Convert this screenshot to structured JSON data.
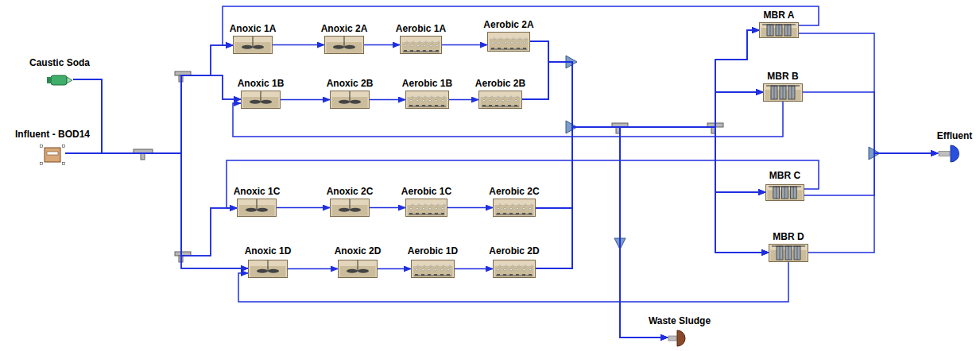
{
  "diagram": {
    "nodes": [
      {
        "text": [
          "Caustic Soda"
        ]
      },
      {
        "text": [
          "Influent - BOD14"
        ]
      },
      {
        "text": [
          "Anoxic 1A"
        ]
      },
      {
        "text": [
          "Anoxic 2A"
        ]
      },
      {
        "text": [
          "Aerobic 1A"
        ]
      },
      {
        "text": [
          "Aerobic 2A"
        ]
      },
      {
        "text": [
          "Anoxic 1B"
        ]
      },
      {
        "text": [
          "Anoxic 2B"
        ]
      },
      {
        "text": [
          "Aerobic 1B"
        ]
      },
      {
        "text": [
          "Aerobic 2B"
        ]
      },
      {
        "text": [
          "Anoxic 1C"
        ]
      },
      {
        "text": [
          "Anoxic 2C"
        ]
      },
      {
        "text": [
          "Aerobic 1C"
        ]
      },
      {
        "text": [
          "Aerobic 2C"
        ]
      },
      {
        "text": [
          "Anoxic 1D"
        ]
      },
      {
        "text": [
          "Anoxic 2D"
        ]
      },
      {
        "text": [
          "Aerobic 1D"
        ]
      },
      {
        "text": [
          "Aerobic 2D"
        ]
      },
      {
        "text": [
          "MBR A"
        ]
      },
      {
        "text": [
          "MBR B"
        ]
      },
      {
        "text": [
          "MBR C"
        ]
      },
      {
        "text": [
          "MBR D"
        ]
      },
      {
        "text": [
          "Effluent"
        ]
      },
      {
        "text": [
          "Waste Sludge"
        ]
      }
    ],
    "edges": [
      {
        "from": 0,
        "to": 2,
        "arrow": "to"
      },
      {
        "from": 0,
        "to": 6,
        "arrow": "to"
      },
      {
        "from": 0,
        "to": 10,
        "arrow": "to"
      },
      {
        "from": 0,
        "to": 14,
        "arrow": "to"
      },
      {
        "from": 1,
        "to": 2,
        "arrow": "to"
      },
      {
        "from": 1,
        "to": 6,
        "arrow": "to"
      },
      {
        "from": 1,
        "to": 10,
        "arrow": "to"
      },
      {
        "from": 1,
        "to": 14,
        "arrow": "to"
      },
      {
        "from": 2,
        "to": 3,
        "arrow": "to"
      },
      {
        "from": 3,
        "to": 4,
        "arrow": "to"
      },
      {
        "from": 4,
        "to": 5,
        "arrow": "to"
      },
      {
        "from": 6,
        "to": 7,
        "arrow": "to"
      },
      {
        "from": 7,
        "to": 8,
        "arrow": "to"
      },
      {
        "from": 8,
        "to": 9,
        "arrow": "to"
      },
      {
        "from": 10,
        "to": 11,
        "arrow": "to"
      },
      {
        "from": 11,
        "to": 12,
        "arrow": "to"
      },
      {
        "from": 12,
        "to": 13,
        "arrow": "to"
      },
      {
        "from": 14,
        "to": 15,
        "arrow": "to"
      },
      {
        "from": 15,
        "to": 16,
        "arrow": "to"
      },
      {
        "from": 16,
        "to": 17,
        "arrow": "to"
      },
      {
        "from": 5,
        "to": 18,
        "arrow": "to"
      },
      {
        "from": 5,
        "to": 19,
        "arrow": "to"
      },
      {
        "from": 5,
        "to": 20,
        "arrow": "to"
      },
      {
        "from": 5,
        "to": 21,
        "arrow": "to"
      },
      {
        "from": 5,
        "to": 23,
        "arrow": "to"
      },
      {
        "from": 9,
        "to": 18,
        "arrow": "to"
      },
      {
        "from": 9,
        "to": 19,
        "arrow": "to"
      },
      {
        "from": 9,
        "to": 20,
        "arrow": "to"
      },
      {
        "from": 9,
        "to": 21,
        "arrow": "to"
      },
      {
        "from": 9,
        "to": 23,
        "arrow": "to"
      },
      {
        "from": 13,
        "to": 18,
        "arrow": "to"
      },
      {
        "from": 13,
        "to": 19,
        "arrow": "to"
      },
      {
        "from": 13,
        "to": 20,
        "arrow": "to"
      },
      {
        "from": 13,
        "to": 21,
        "arrow": "to"
      },
      {
        "from": 13,
        "to": 23,
        "arrow": "to"
      },
      {
        "from": 17,
        "to": 18,
        "arrow": "to"
      },
      {
        "from": 17,
        "to": 19,
        "arrow": "to"
      },
      {
        "from": 17,
        "to": 20,
        "arrow": "to"
      },
      {
        "from": 17,
        "to": 21,
        "arrow": "to"
      },
      {
        "from": 17,
        "to": 23,
        "arrow": "to"
      },
      {
        "from": 18,
        "to": 22,
        "arrow": "to"
      },
      {
        "from": 19,
        "to": 22,
        "arrow": "to"
      },
      {
        "from": 20,
        "to": 22,
        "arrow": "to"
      },
      {
        "from": 21,
        "to": 22,
        "arrow": "to"
      },
      {
        "from": 18,
        "to": 2,
        "arrow": "to"
      },
      {
        "from": 19,
        "to": 6,
        "arrow": "to"
      },
      {
        "from": 20,
        "to": 10,
        "arrow": "to"
      },
      {
        "from": 21,
        "to": 14,
        "arrow": "to"
      }
    ]
  }
}
